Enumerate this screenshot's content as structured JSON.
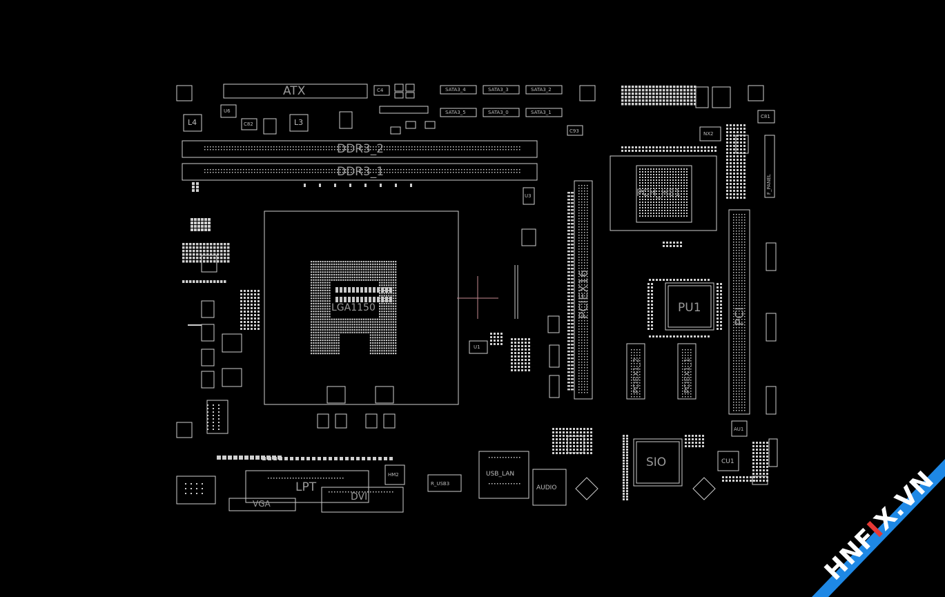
{
  "board": {
    "atx": "ATX",
    "ddr_slot_2": "DDR3_2",
    "ddr_slot_1": "DDR3_1",
    "cpu_socket": "LGA1150",
    "pcie_x16": "PCIEX16",
    "pcie_x1_a": "PCIEX1_2",
    "pcie_x1_b": "PCIEX1_1",
    "pci": "PCI",
    "chipset": "PCH_H81",
    "pu1": "PU1",
    "sio": "SIO",
    "lpt": "LPT",
    "vga": "VGA",
    "dvi": "DVI",
    "usb_lan": "USB_LAN",
    "audio": "AUDIO",
    "l4": "L4",
    "l3": "L3",
    "sata_top": [
      "SATA3_4",
      "SATA3_3",
      "SATA3_2"
    ],
    "sata_bottom": [
      "SATA3_5",
      "SATA3_0",
      "SATA3_1"
    ],
    "small_parts": {
      "u6": "U6",
      "c4": "C4",
      "c82": "C82",
      "c93": "C93",
      "u1": "U1",
      "u3": "U3",
      "au1": "AU1",
      "cu1": "CU1",
      "nx2": "NX2",
      "c81": "C81",
      "hm2": "HM2",
      "rusb": "R_USB3",
      "f_panel": "F_PANEL"
    }
  },
  "watermark": {
    "prefix": "HNF",
    "accent": "I",
    "middle": "X",
    "suffix": ".VN",
    "accent_color": "#e53935",
    "band_color": "#1e88e5"
  }
}
